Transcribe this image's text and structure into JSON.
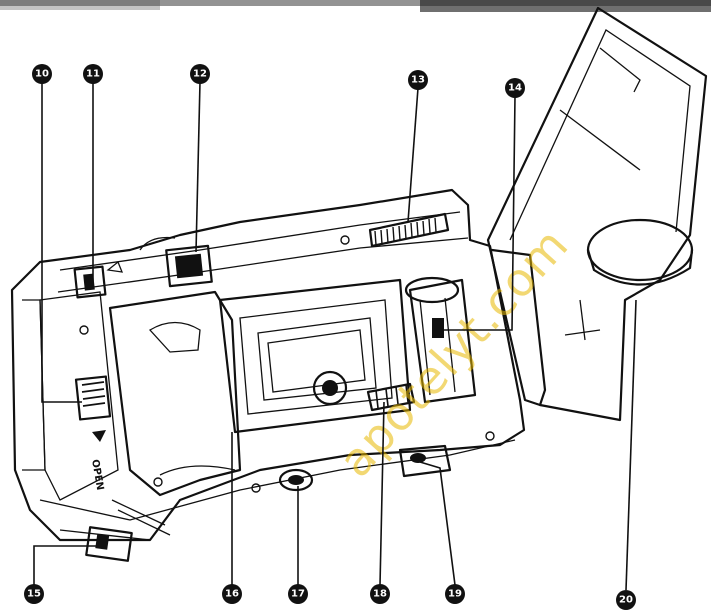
{
  "labels": {
    "open": "OPEN"
  },
  "watermark": {
    "text": "apotelyt.com"
  },
  "callouts": [
    {
      "id": "c10",
      "number": "10"
    },
    {
      "id": "c11",
      "number": "11"
    },
    {
      "id": "c12",
      "number": "12"
    },
    {
      "id": "c13",
      "number": "13"
    },
    {
      "id": "c14",
      "number": "14"
    },
    {
      "id": "c15",
      "number": "15"
    },
    {
      "id": "c16",
      "number": "16"
    },
    {
      "id": "c17",
      "number": "17"
    },
    {
      "id": "c18",
      "number": "18"
    },
    {
      "id": "c19",
      "number": "19"
    },
    {
      "id": "c20",
      "number": "20"
    }
  ],
  "colors": {
    "ink": "#111111",
    "watermark": "#e8b800",
    "background": "#ffffff"
  }
}
